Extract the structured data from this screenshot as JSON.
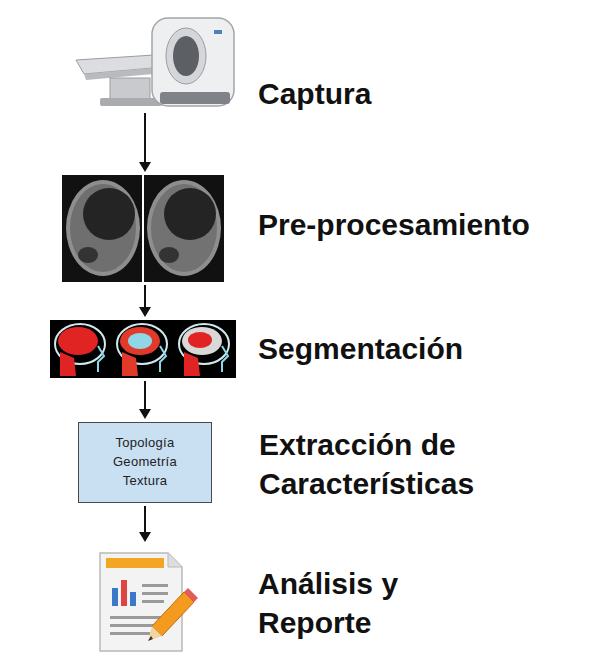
{
  "diagram": {
    "nodes": [
      {
        "text": [
          "Captura"
        ]
      },
      {
        "text": [
          "Pre-procesamiento"
        ]
      },
      {
        "text": [
          "Segmentación"
        ]
      },
      {
        "text": [
          "Extracción de Características",
          "Topología Geometría Textura"
        ]
      },
      {
        "text": [
          "Análisis y Reporte"
        ]
      }
    ],
    "edges": [
      {
        "from": 0,
        "to": 1,
        "arrow": "to"
      },
      {
        "from": 1,
        "to": 2,
        "arrow": "to"
      },
      {
        "from": 2,
        "to": 3,
        "arrow": "to"
      },
      {
        "from": 3,
        "to": 4,
        "arrow": "to"
      }
    ]
  }
}
